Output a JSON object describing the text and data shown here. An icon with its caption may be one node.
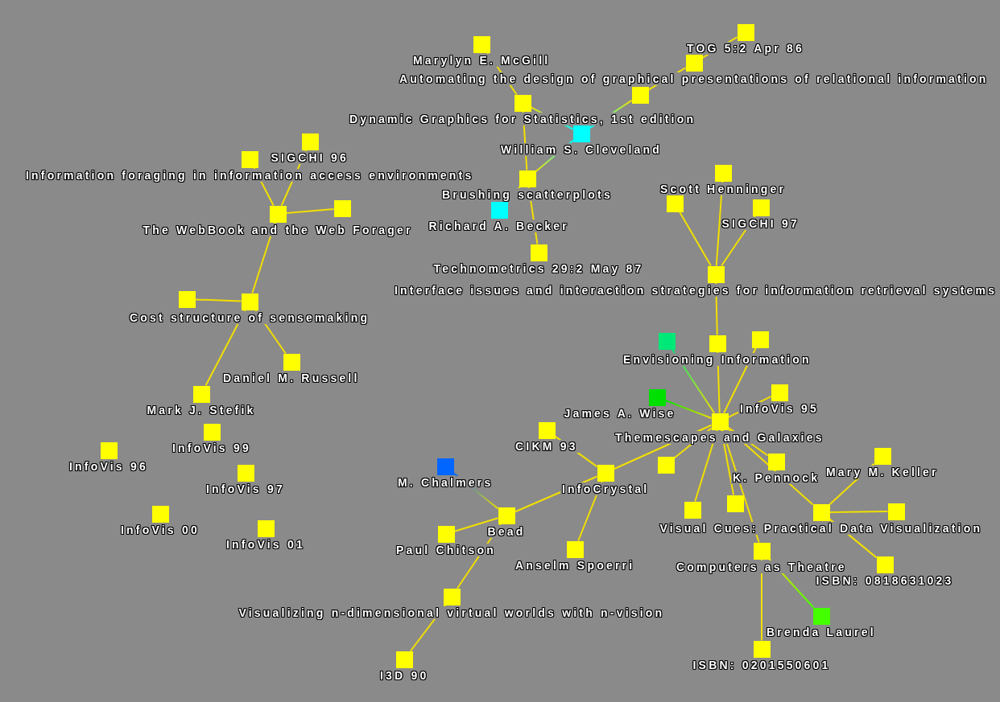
{
  "diagram": {
    "nodes": [
      {
        "text": [],
        "shape": "box",
        "beside": [
          "TOG 5:2 Apr 86"
        ]
      },
      {
        "text": [],
        "shape": "box",
        "beside": [
          "Marylyn E. McGill"
        ]
      },
      {
        "text": [],
        "shape": "box",
        "beside": [
          "Automating the design of graphical presentations of relational information"
        ]
      },
      {
        "text": [],
        "shape": "box"
      },
      {
        "text": [],
        "shape": "box",
        "beside": [
          "Dynamic Graphics for Statistics, 1st edition"
        ]
      },
      {
        "text": [],
        "shape": "box",
        "beside": [
          "William S. Cleveland"
        ]
      },
      {
        "text": [],
        "shape": "box",
        "beside": [
          "SIGCHI 96"
        ]
      },
      {
        "text": [],
        "shape": "box",
        "beside": [
          "Information foraging in information access environments"
        ]
      },
      {
        "text": [],
        "shape": "box",
        "beside": [
          "Scott Henninger"
        ]
      },
      {
        "text": [],
        "shape": "box",
        "beside": [
          "Brushing scatterplots"
        ]
      },
      {
        "text": [],
        "shape": "box"
      },
      {
        "text": [],
        "shape": "box",
        "beside": [
          "SIGCHI 97"
        ]
      },
      {
        "text": [],
        "shape": "box",
        "beside": [
          "Richard A. Becker"
        ]
      },
      {
        "text": [],
        "shape": "box"
      },
      {
        "text": [],
        "shape": "box",
        "beside": [
          "The WebBook and the Web Forager"
        ]
      },
      {
        "text": [],
        "shape": "box",
        "beside": [
          "Technometrics 29:2 May 87"
        ]
      },
      {
        "text": [],
        "shape": "box",
        "beside": [
          "Interface issues and interaction strategies for information retrieval systems"
        ]
      },
      {
        "text": [],
        "shape": "box",
        "beside": [
          "Cost structure of sensemaking"
        ]
      },
      {
        "text": [],
        "shape": "box"
      },
      {
        "text": [],
        "shape": "box",
        "beside": [
          "Envisioning Information"
        ]
      },
      {
        "text": [],
        "shape": "box"
      },
      {
        "text": [],
        "shape": "box"
      },
      {
        "text": [],
        "shape": "box",
        "beside": [
          "Daniel M. Russell"
        ]
      },
      {
        "text": [],
        "shape": "box",
        "beside": [
          "Mark J. Stefik"
        ]
      },
      {
        "text": [],
        "shape": "box",
        "beside": [
          "InfoVis 95"
        ]
      },
      {
        "text": [],
        "shape": "box",
        "beside": [
          "James A. Wise"
        ]
      },
      {
        "text": [],
        "shape": "box",
        "beside": [
          "Themescapes and Galaxies"
        ]
      },
      {
        "text": [],
        "shape": "box",
        "beside": [
          "CIKM 93"
        ]
      },
      {
        "text": [],
        "shape": "box",
        "beside": [
          "InfoVis 99"
        ]
      },
      {
        "text": [],
        "shape": "box",
        "beside": [
          "InfoVis 96"
        ]
      },
      {
        "text": [],
        "shape": "box",
        "beside": [
          "Mary M. Keller"
        ]
      },
      {
        "text": [],
        "shape": "box",
        "beside": [
          "K. Pennock"
        ]
      },
      {
        "text": [],
        "shape": "box"
      },
      {
        "text": [],
        "shape": "box",
        "beside": [
          "M. Chalmers"
        ]
      },
      {
        "text": [],
        "shape": "box",
        "beside": [
          "InfoCrystal"
        ]
      },
      {
        "text": [],
        "shape": "box",
        "beside": [
          "InfoVis 97"
        ]
      },
      {
        "text": [],
        "shape": "box"
      },
      {
        "text": [],
        "shape": "box"
      },
      {
        "text": [],
        "shape": "box"
      },
      {
        "text": [],
        "shape": "box",
        "beside": [
          "Visual Cues: Practical Data Visualization"
        ]
      },
      {
        "text": [],
        "shape": "box",
        "beside": [
          "InfoVis 00"
        ]
      },
      {
        "text": [],
        "shape": "box",
        "beside": [
          "Bead"
        ]
      },
      {
        "text": [],
        "shape": "box",
        "beside": [
          "InfoVis 01"
        ]
      },
      {
        "text": [],
        "shape": "box",
        "beside": [
          "Paul Chitson"
        ]
      },
      {
        "text": [],
        "shape": "box",
        "beside": [
          "Anselm Spoerri"
        ]
      },
      {
        "text": [],
        "shape": "box",
        "beside": [
          "Computers as Theatre"
        ]
      },
      {
        "text": [],
        "shape": "box",
        "beside": [
          "ISBN: 0818631023"
        ]
      },
      {
        "text": [],
        "shape": "box",
        "beside": [
          "Visualizing n-dimensional virtual worlds with n-vision"
        ]
      },
      {
        "text": [],
        "shape": "box",
        "beside": [
          "Brenda Laurel"
        ]
      },
      {
        "text": [],
        "shape": "box",
        "beside": [
          "ISBN: 0201550601"
        ]
      },
      {
        "text": [],
        "shape": "box",
        "beside": [
          "I3D 90"
        ]
      }
    ],
    "edges": [
      {
        "from": 1,
        "to": 4,
        "arrow": "none"
      },
      {
        "from": 5,
        "to": 4,
        "arrow": "none",
        "color": "#00ffff"
      },
      {
        "from": 4,
        "to": 9,
        "arrow": "none"
      },
      {
        "from": 5,
        "to": 9,
        "arrow": "none",
        "color": "#00ffff"
      },
      {
        "from": 5,
        "to": 3,
        "arrow": "none",
        "color": "#00ffff"
      },
      {
        "from": 3,
        "to": 2,
        "arrow": "none"
      },
      {
        "from": 2,
        "to": 0,
        "arrow": "none"
      },
      {
        "from": 12,
        "to": 9,
        "arrow": "none",
        "color": "#00ffff"
      },
      {
        "from": 9,
        "to": 15,
        "arrow": "none"
      },
      {
        "from": 14,
        "to": 6,
        "arrow": "none"
      },
      {
        "from": 14,
        "to": 7,
        "arrow": "none"
      },
      {
        "from": 14,
        "to": 13,
        "arrow": "none"
      },
      {
        "from": 14,
        "to": 17,
        "arrow": "none"
      },
      {
        "from": 17,
        "to": 18,
        "arrow": "none"
      },
      {
        "from": 17,
        "to": 22,
        "arrow": "none"
      },
      {
        "from": 17,
        "to": 23,
        "arrow": "none"
      },
      {
        "from": 16,
        "to": 8,
        "arrow": "none"
      },
      {
        "from": 16,
        "to": 10,
        "arrow": "none"
      },
      {
        "from": 16,
        "to": 11,
        "arrow": "none"
      },
      {
        "from": 16,
        "to": 19,
        "arrow": "none"
      },
      {
        "from": 19,
        "to": 26,
        "arrow": "none"
      },
      {
        "from": 26,
        "to": 20,
        "arrow": "none"
      },
      {
        "from": 21,
        "to": 26,
        "arrow": "none",
        "color": "#00e878"
      },
      {
        "from": 25,
        "to": 26,
        "arrow": "none",
        "color": "#00e000"
      },
      {
        "from": 26,
        "to": 24,
        "arrow": "none"
      },
      {
        "from": 26,
        "to": 34,
        "arrow": "none"
      },
      {
        "from": 26,
        "to": 32,
        "arrow": "none"
      },
      {
        "from": 26,
        "to": 37,
        "arrow": "none"
      },
      {
        "from": 26,
        "to": 36,
        "arrow": "none"
      },
      {
        "from": 26,
        "to": 31,
        "arrow": "none"
      },
      {
        "from": 26,
        "to": 39,
        "arrow": "none"
      },
      {
        "from": 26,
        "to": 45,
        "arrow": "none"
      },
      {
        "from": 39,
        "to": 30,
        "arrow": "none"
      },
      {
        "from": 39,
        "to": 38,
        "arrow": "none"
      },
      {
        "from": 39,
        "to": 46,
        "arrow": "none"
      },
      {
        "from": 48,
        "to": 45,
        "arrow": "none",
        "color": "#44ff00"
      },
      {
        "from": 45,
        "to": 49,
        "arrow": "none"
      },
      {
        "from": 34,
        "to": 27,
        "arrow": "none"
      },
      {
        "from": 34,
        "to": 44,
        "arrow": "none"
      },
      {
        "from": 34,
        "to": 41,
        "arrow": "none"
      },
      {
        "from": 33,
        "to": 41,
        "arrow": "none",
        "color": "#0066ff"
      },
      {
        "from": 41,
        "to": 43,
        "arrow": "none"
      },
      {
        "from": 41,
        "to": 47,
        "arrow": "none"
      },
      {
        "from": 47,
        "to": 50,
        "arrow": "none"
      }
    ]
  }
}
